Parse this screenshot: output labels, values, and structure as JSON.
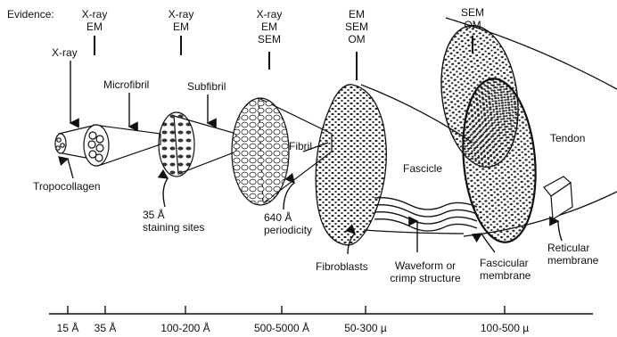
{
  "evidence": {
    "header": "Evidence:",
    "groups": [
      [
        "X-ray",
        "EM"
      ],
      [
        "X-ray",
        "EM"
      ],
      [
        "X-ray",
        "EM",
        "SEM"
      ],
      [
        "EM",
        "SEM",
        "OM"
      ],
      [
        "SEM",
        "OM"
      ]
    ]
  },
  "labels": {
    "xray_tropo": "X-ray",
    "microfibril": "Microfibril",
    "subfibril": "Subfibril",
    "fibril": "Fibril",
    "tropocollagen": "Tropocollagen",
    "staining_a": "35  Å",
    "staining_b": "staining sites",
    "periodicity_a": "640  Å",
    "periodicity_b": "periodicity",
    "fascicle": "Fascicle",
    "tendon": "Tendon",
    "fibroblasts": "Fibroblasts",
    "waveform_a": "Waveform or",
    "waveform_b": "crimp structure",
    "fascicular_a": "Fascicular",
    "fascicular_b": "membrane",
    "reticular_a": "Reticular",
    "reticular_b": "membrane"
  },
  "scale": {
    "ticks": [
      "15  Å",
      "35  Å",
      "100-200  Å",
      "500-5000  Å",
      "50-300  µ",
      "100-500  µ"
    ]
  }
}
